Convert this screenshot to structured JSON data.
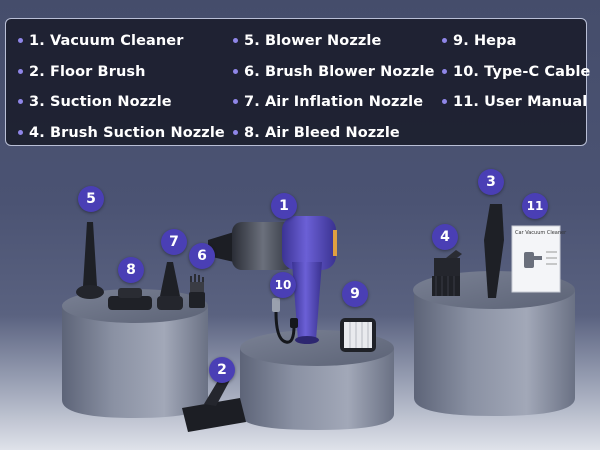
{
  "legend": {
    "items": [
      {
        "label": "1. Vacuum Cleaner"
      },
      {
        "label": "2. Floor Brush"
      },
      {
        "label": "3. Suction Nozzle"
      },
      {
        "label": "4. Brush Suction Nozzle"
      },
      {
        "label": "5. Blower Nozzle"
      },
      {
        "label": "6. Brush Blower Nozzle"
      },
      {
        "label": "7. Air Inflation Nozzle"
      },
      {
        "label": "8. Air Bleed Nozzle"
      },
      {
        "label": "9. Hepa"
      },
      {
        "label": "10. Type-C Cable"
      },
      {
        "label": "11. User Manual"
      }
    ]
  },
  "badges": {
    "b1": "1",
    "b2": "2",
    "b3": "3",
    "b4": "4",
    "b5": "5",
    "b6": "6",
    "b7": "7",
    "b8": "8",
    "b9": "9",
    "b10": "10",
    "b11": "11"
  },
  "manual": {
    "title": "Car Vacuum Cleaner"
  },
  "colors": {
    "badge": "#4a3fb5",
    "bullet": "#8f86e8",
    "vacuum_body": "#5a4fc4",
    "accent": "#e0a040"
  }
}
